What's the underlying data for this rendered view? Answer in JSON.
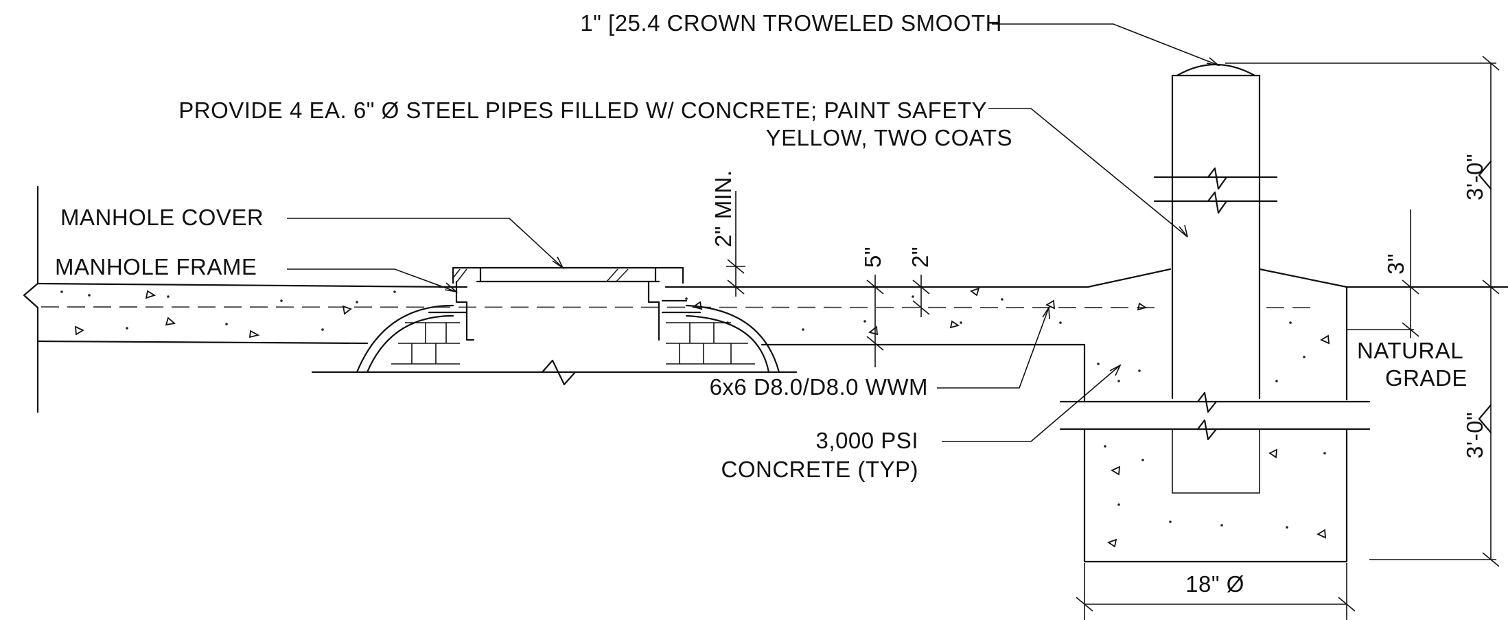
{
  "labels": {
    "crown_note": "1\" [25.4 CROWN TROWELED SMOOTH",
    "pipes_note_line1": "PROVIDE 4 EA. 6\" Ø STEEL PIPES FILLED W/ CONCRETE; PAINT SAFETY",
    "pipes_note_line2": "YELLOW, TWO COATS",
    "manhole_cover": "MANHOLE COVER",
    "manhole_frame": "MANHOLE FRAME",
    "clearance_min": "2\" MIN.",
    "slab_thickness": "5\"",
    "mesh_depth": "2\"",
    "mesh_note": "6x6 D8.0/D8.0 WWM",
    "concrete_line1": "3,000 PSI",
    "concrete_line2": "CONCRETE (TYP)",
    "natural_line1": "NATURAL",
    "natural_line2": "GRADE",
    "dim_pipe_above": "3'-0\"",
    "dim_pipe_below": "3'-0\"",
    "dim_grade_offset": "3\"",
    "dim_footing_dia": "18\" Ø"
  }
}
